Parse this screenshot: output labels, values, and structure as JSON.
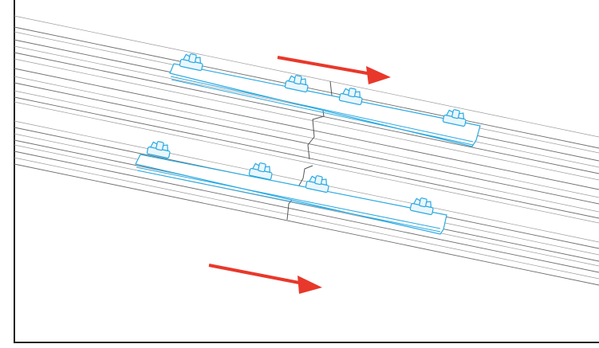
{
  "colors": {
    "background": "#ffffff",
    "frame": "#222222",
    "rail": "#6f6f6f",
    "splice_bar": "#29a9e1",
    "knob_fill": "#eaf7fd",
    "arrow": "#e8382b"
  },
  "elements": {
    "upper_rail": {
      "splice_bar_knobs": 4,
      "joint": true
    },
    "lower_rail": {
      "splice_bar_knobs": 4,
      "joint": true
    },
    "direction_arrows": 2,
    "arrow_direction": "right"
  }
}
